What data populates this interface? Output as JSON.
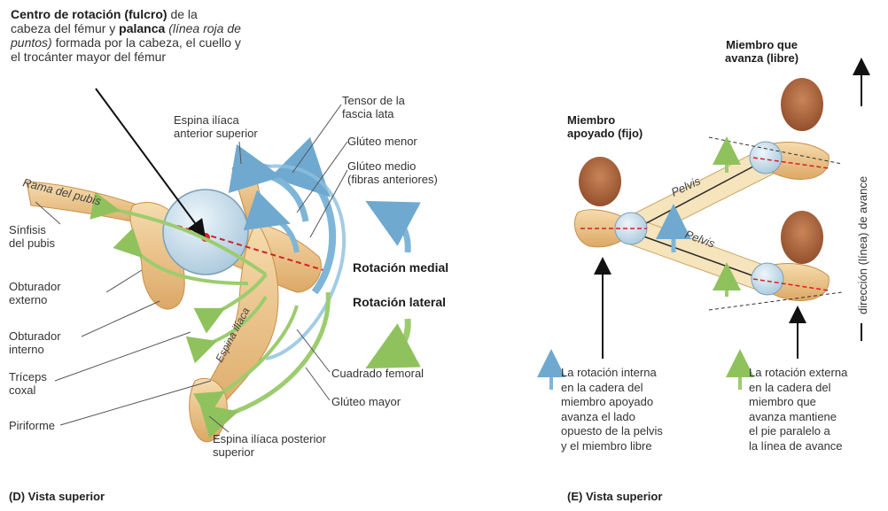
{
  "panel_d": {
    "header_line1_bold": "Centro de rotación (fulcro)",
    "header_line1_rest": " de la",
    "header_line2_pre": "cabeza del fémur y ",
    "header_line2_bold": "palanca",
    "header_line2_italic": " (línea roja de",
    "header_line3_italic": "puntos)",
    "header_line3_rest": " formada por la cabeza, el cuello y",
    "header_line4": "el trocánter mayor del fémur",
    "labels": {
      "espina_ant_sup_1": "Espina ilíaca",
      "espina_ant_sup_2": "anterior superior",
      "tensor_1": "Tensor de la",
      "tensor_2": "fascia lata",
      "gluteo_menor": "Glúteo menor",
      "gluteo_medio_1": "Glúteo medio",
      "gluteo_medio_2": "(fibras anteriores)",
      "rama_pubis": "Rama del pubis",
      "sinfisis_1": "Sínfisis",
      "sinfisis_2": "del pubis",
      "obt_ext_1": "Obturador",
      "obt_ext_2": "externo",
      "obt_int_1": "Obturador",
      "obt_int_2": "interno",
      "triceps_1": "Tríceps",
      "triceps_2": "coxal",
      "piriforme": "Piriforme",
      "cuadrado": "Cuadrado femoral",
      "gluteo_mayor": "Glúteo mayor",
      "espina_post_1": "Espina ilíaca posterior",
      "espina_post_2": "superior",
      "rot_medial": "Rotación medial",
      "rot_lateral": "Rotación lateral",
      "espina_iliaca_bone": "Espina ilíaca"
    },
    "caption": "(D) Vista superior"
  },
  "panel_e": {
    "miembro_libre_1": "Miembro que",
    "miembro_libre_2": "avanza (libre)",
    "miembro_apoyado_1": "Miembro",
    "miembro_apoyado_2": "apoyado (fijo)",
    "pelvis_1": "Pelvis",
    "pelvis_2": "Pelvis",
    "direccion": "dirección (línea) de avance",
    "left_note": [
      "La rotación interna",
      "en la cadera del",
      "miembro apoyado",
      "avanza el lado",
      "opuesto de la pelvis",
      "y el miembro libre"
    ],
    "right_note": [
      "La rotación externa",
      "en la cadera del",
      "miembro que",
      "avanza mantiene",
      "el pie paralelo a",
      "la línea de avance"
    ],
    "caption": "(E) Vista superior"
  },
  "colors": {
    "bone": "#f1cf96",
    "bone_dark": "#d9a45c",
    "head": "#cfe2ee",
    "blue_arrow": "#7fb6d8",
    "green_arrow": "#9ccc6e",
    "red": "#d61f2a",
    "foot": "#a9603a"
  }
}
